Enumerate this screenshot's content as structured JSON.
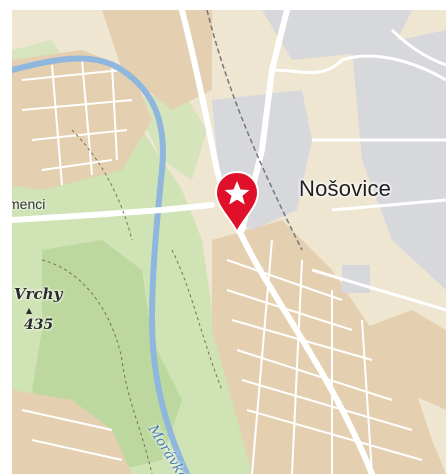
{
  "map": {
    "town_label": "Nošovice",
    "partial_label": "menci",
    "peak": {
      "name": "Vrchy",
      "elevation": "435"
    },
    "river_label": "Morávka",
    "marker": {
      "icon": "star-icon",
      "color": "#e0102b"
    }
  },
  "colors": {
    "land": "#efe6d2",
    "forest": "#cfe3b5",
    "water": "#8fb7dd",
    "urban": "#e4d0b0",
    "industrial": "#d7d8dc",
    "road": "#ffffff"
  }
}
